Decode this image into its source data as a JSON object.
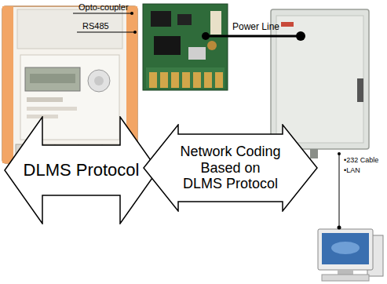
{
  "diagram": {
    "nodes": [
      {
        "text": [
          "DLMS Protocol"
        ]
      },
      {
        "text": [
          "Network Coding Based on DLMS Protocol"
        ]
      }
    ],
    "labels": [
      "Opto-coupler",
      "RS485",
      "Power Line",
      "•232 Cable",
      "•LAN"
    ]
  }
}
